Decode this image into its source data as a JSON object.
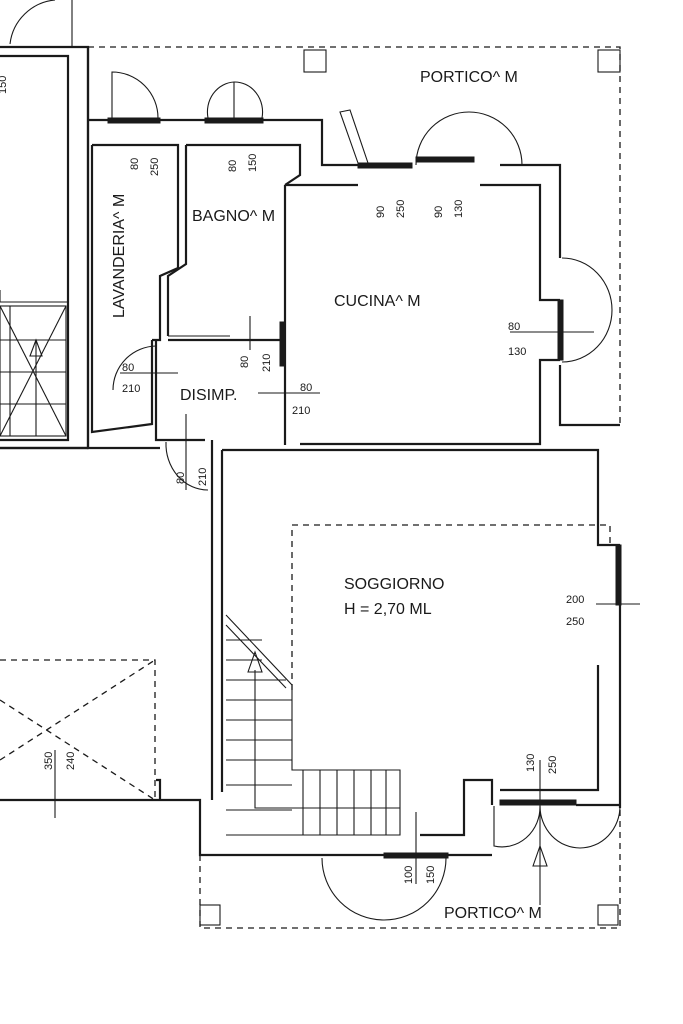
{
  "rooms": {
    "portico_top": "PORTICO^ M",
    "lavanderia": "LAVANDERIA^ M",
    "bagno": "BAGNO^ M",
    "cucina": "CUCINA^ M",
    "disimp": "DISIMP.",
    "soggiorno": "SOGGIORNO",
    "soggiorno_height": "H = 2,70 ML",
    "portico_bottom": "PORTICO^ M"
  },
  "dimensions": {
    "lav_w": "80",
    "lav_h": "250",
    "bagno_w": "80",
    "bagno_h": "150",
    "cuc_door1_w": "90",
    "cuc_door1_h": "250",
    "cuc_door2_w": "90",
    "cuc_door2_h": "130",
    "cuc_win_w": "80",
    "cuc_win_h": "130",
    "bagno_door_w": "80",
    "bagno_door_h": "210",
    "dis_left_w": "80",
    "dis_left_h": "210",
    "dis_right_w": "80",
    "dis_right_h": "210",
    "dis_bottom_w": "80",
    "dis_bottom_h": "210",
    "sog_win_w": "200",
    "sog_win_h": "250",
    "sog_door_w": "130",
    "sog_door_h": "250",
    "sog_bottom_w": "100",
    "sog_bottom_h": "150",
    "left_void_w": "350",
    "left_void_h": "240",
    "top_left_cut": "150"
  }
}
